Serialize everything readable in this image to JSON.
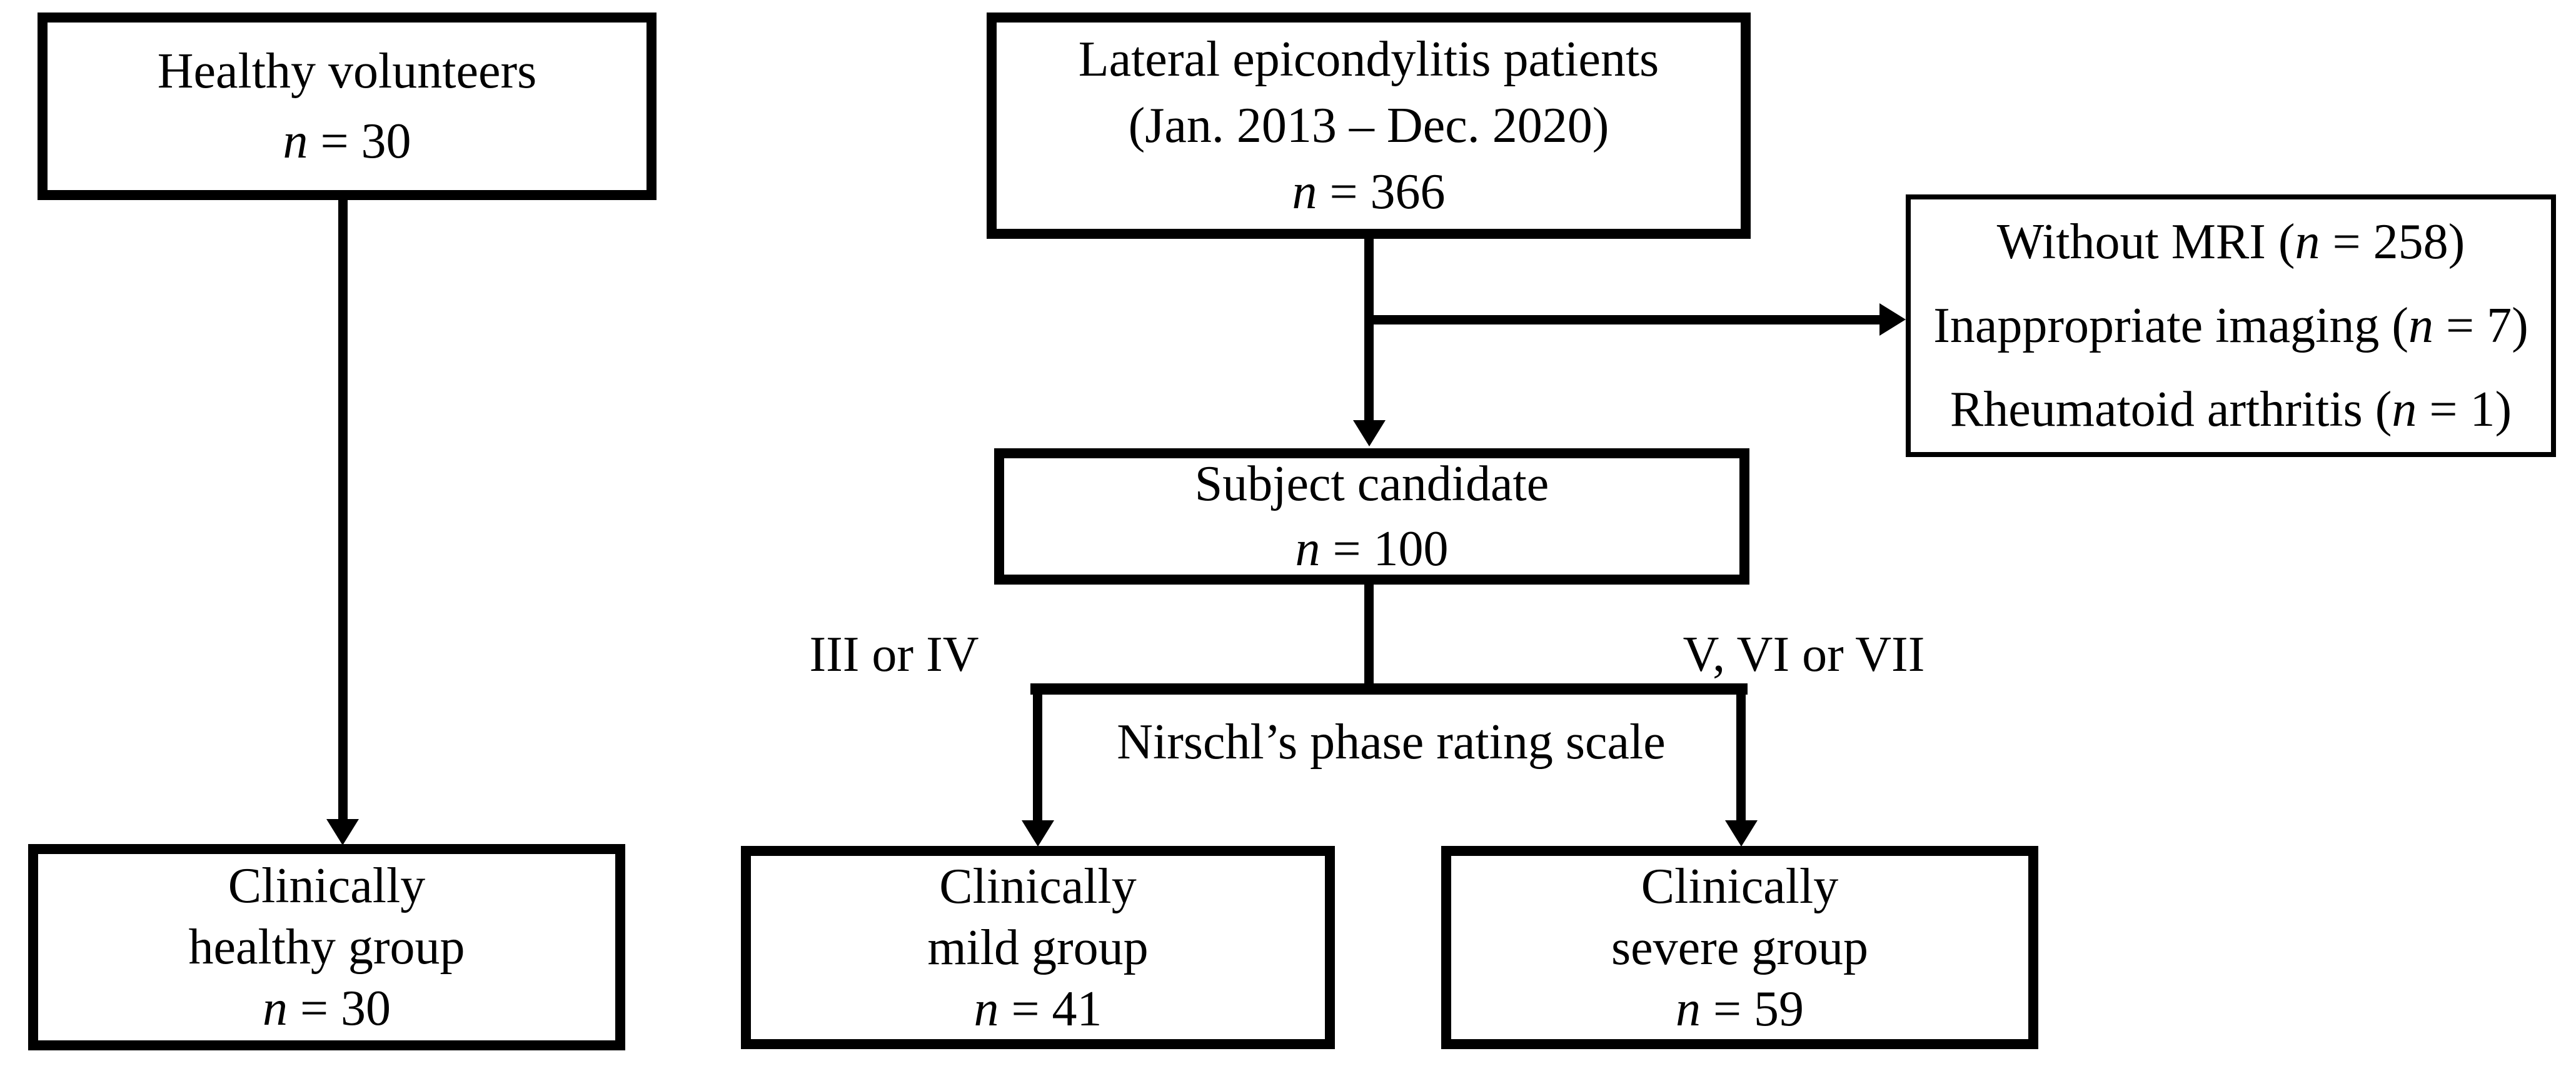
{
  "figure": {
    "description": "Patient selection flowchart for lateral epicondylitis MRI study",
    "ink_color": "#000000",
    "background_color": "#ffffff"
  },
  "boxes": {
    "healthy_volunteers": {
      "lines": [
        [
          {
            "t": "Healthy volunteers"
          }
        ],
        [
          {
            "t": "n",
            "i": true
          },
          {
            "t": " = 30"
          }
        ]
      ]
    },
    "lateral_patients": {
      "lines": [
        [
          {
            "t": "Lateral epicondylitis patients"
          }
        ],
        [
          {
            "t": "(Jan. 2013 – Dec. 2020)"
          }
        ],
        [
          {
            "t": "n",
            "i": true
          },
          {
            "t": " = 366"
          }
        ]
      ]
    },
    "exclusions": {
      "lines": [
        [
          {
            "t": "Without MRI ("
          },
          {
            "t": "n",
            "i": true
          },
          {
            "t": " = 258)"
          }
        ],
        [
          {
            "t": "Inappropriate imaging ("
          },
          {
            "t": "n",
            "i": true
          },
          {
            "t": " = 7)"
          }
        ],
        [
          {
            "t": "Rheumatoid arthritis ("
          },
          {
            "t": "n",
            "i": true
          },
          {
            "t": " = 1)"
          }
        ]
      ]
    },
    "subject_candidate": {
      "lines": [
        [
          {
            "t": "Subject candidate"
          }
        ],
        [
          {
            "t": "n",
            "i": true
          },
          {
            "t": " = 100"
          }
        ]
      ]
    },
    "healthy_group": {
      "lines": [
        [
          {
            "t": "Clinically"
          }
        ],
        [
          {
            "t": "healthy group"
          }
        ],
        [
          {
            "t": "n",
            "i": true
          },
          {
            "t": " = 30"
          }
        ]
      ]
    },
    "mild_group": {
      "lines": [
        [
          {
            "t": "Clinically"
          }
        ],
        [
          {
            "t": "mild group"
          }
        ],
        [
          {
            "t": "n",
            "i": true
          },
          {
            "t": " = 41"
          }
        ]
      ]
    },
    "severe_group": {
      "lines": [
        [
          {
            "t": "Clinically"
          }
        ],
        [
          {
            "t": "severe group"
          }
        ],
        [
          {
            "t": "n",
            "i": true
          },
          {
            "t": " = 59"
          }
        ]
      ]
    }
  },
  "labels": {
    "left_branch": "III or IV",
    "right_branch": "V, VI or VII",
    "split_caption": "Nirschl’s phase rating scale"
  }
}
